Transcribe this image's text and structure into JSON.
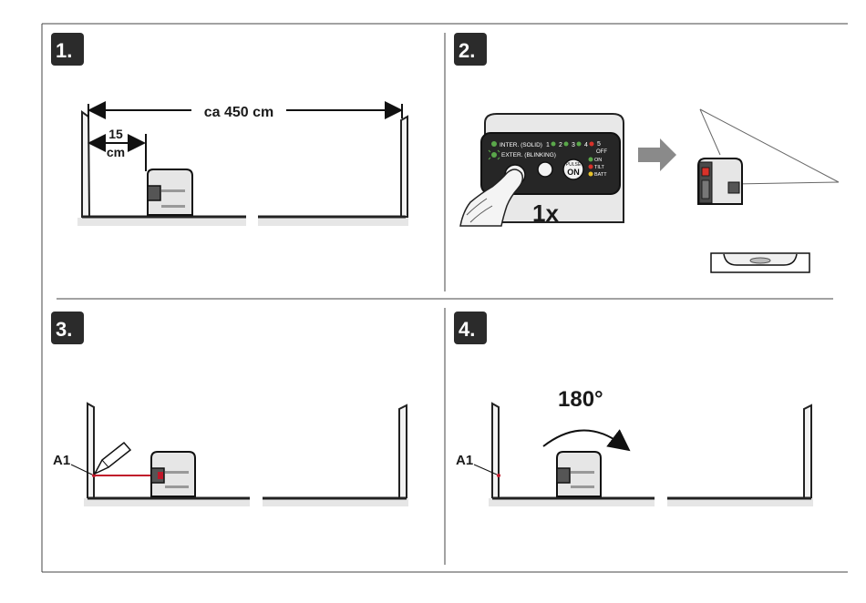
{
  "steps": [
    {
      "label": "1."
    },
    {
      "label": "2."
    },
    {
      "label": "3."
    },
    {
      "label": "4."
    }
  ],
  "step1": {
    "distance_label": "ca 450 cm",
    "offset_value": "15",
    "offset_unit": "cm"
  },
  "step2": {
    "panel": {
      "inter_label": "INTER. (SOLID)",
      "exter_label": "EXTER. (BLINKING)",
      "mode_numbers": [
        "1",
        "2",
        "3",
        "4",
        "5"
      ],
      "off_label": "OFF",
      "pulse_label": "PULSE",
      "on_button_label": "ON",
      "status_on": "ON",
      "status_tilt": "TILT",
      "status_batt": "BATT"
    },
    "press_count": "1x"
  },
  "step3": {
    "mark_label": "A1"
  },
  "step4": {
    "mark_label": "A1",
    "rotation_label": "180°"
  },
  "colors": {
    "laser_line": "#c0182a",
    "led_green": "#5aa84a",
    "led_red": "#d8322a",
    "led_yellow": "#e8c22a",
    "arrow_grey": "#8a8a8a",
    "badge": "#2b2b2b"
  }
}
